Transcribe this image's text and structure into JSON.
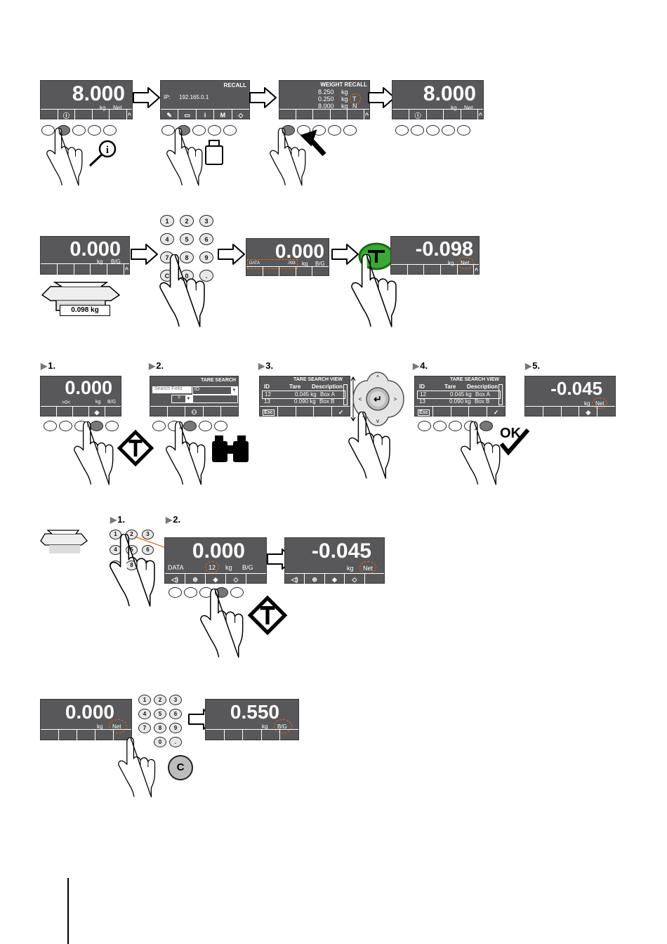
{
  "row1": {
    "s1": {
      "weight": "8.000",
      "unit": "kg",
      "mode": "Net"
    },
    "s2": {
      "title": "RECALL",
      "ip_label": "IP:",
      "ip_value": "192.165.0.1",
      "softkeys": [
        "M"
      ]
    },
    "s3": {
      "title": "WEIGHT RECALL",
      "lines": [
        {
          "value": "8.250",
          "unit": "kg",
          "flag": ""
        },
        {
          "value": "0.250",
          "unit": "kg",
          "flag": "T"
        },
        {
          "value": "8.000",
          "unit": "kg",
          "flag": "N"
        }
      ]
    },
    "s4": {
      "weight": "8.000",
      "unit": "kg",
      "mode": "Net"
    }
  },
  "row2": {
    "s1": {
      "weight": "0.000",
      "unit": "kg",
      "mode": "B/G"
    },
    "box_label": "0.098 kg",
    "keypad": [
      "1",
      "2",
      "3",
      "4",
      "5",
      "6",
      "7",
      "8",
      "9",
      "C",
      "0",
      "."
    ],
    "s2": {
      "weight": "0.000",
      "data_label": "DATA",
      "data_value": ".098",
      "unit": "kg",
      "mode": "B/G"
    },
    "s3": {
      "weight": "-0.098",
      "unit": "kg",
      "mode": "Net"
    }
  },
  "row3": {
    "steps": [
      "1.",
      "2.",
      "3.",
      "4.",
      "5."
    ],
    "s1": {
      "weight": "0.000",
      "zero": ">0<",
      "unit": "kg",
      "mode": "B/G"
    },
    "s2": {
      "title": "TARE SEARCH",
      "field_label": "Search Field",
      "field_value": "ID",
      "op_value": "="
    },
    "s3": {
      "title": "TARE SEARCH VIEW",
      "headers": [
        "ID",
        "Tare",
        "Description"
      ],
      "rows": [
        [
          "12",
          "0.045 kg",
          "Box A"
        ],
        [
          "13",
          "0.090 kg",
          "Box B"
        ]
      ],
      "esc": "Esc"
    },
    "s4": {
      "title": "TARE SEARCH VIEW",
      "headers": [
        "ID",
        "Tare",
        "Description"
      ],
      "rows": [
        [
          "12",
          "0.045 kg",
          "Box A"
        ],
        [
          "13",
          "0.090 kg",
          "Box B"
        ]
      ],
      "esc": "Esc"
    },
    "ok_label": "OK",
    "s5": {
      "weight": "-0.045",
      "unit": "kg",
      "mode": "Net"
    }
  },
  "row4": {
    "steps": [
      "1.",
      "2."
    ],
    "keypad": [
      "1",
      "2",
      "3",
      "4",
      "5",
      "6",
      "7",
      "8",
      "9"
    ],
    "s1": {
      "weight": "0.000",
      "data_label": "DATA",
      "data_value": "12",
      "unit": "kg",
      "mode": "B/G"
    },
    "s2": {
      "weight": "-0.045",
      "unit": "kg",
      "mode": "Net"
    }
  },
  "row5": {
    "s1": {
      "weight": "0.000",
      "unit": "kg",
      "mode": "Net"
    },
    "keypad": [
      "1",
      "2",
      "3",
      "4",
      "5",
      "6",
      "7",
      "8",
      "9",
      "0",
      "."
    ],
    "c_key": "C",
    "s2": {
      "weight": "0.550",
      "unit": "kg",
      "mode": "B/G"
    }
  },
  "colors": {
    "screen": "#58585a",
    "highlight": "#e0671c",
    "tare_key": "#3aa935"
  }
}
